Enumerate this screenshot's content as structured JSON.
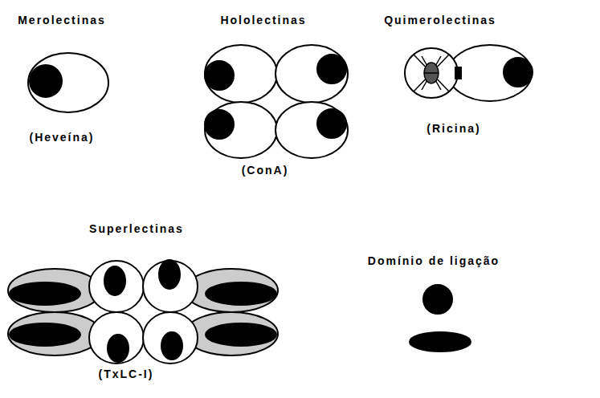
{
  "diagram": {
    "nodes": [
      {
        "text": [
          "Merolectinas",
          "(Heveína)"
        ]
      },
      {
        "text": [
          "Hololectinas",
          "(ConA)"
        ]
      },
      {
        "text": [
          "Quimerolectinas",
          "(Ricina)"
        ]
      },
      {
        "text": [
          "Superlectinas",
          "(TxLC-I)"
        ]
      },
      {
        "text": [
          "Domínio de ligação"
        ]
      }
    ]
  }
}
